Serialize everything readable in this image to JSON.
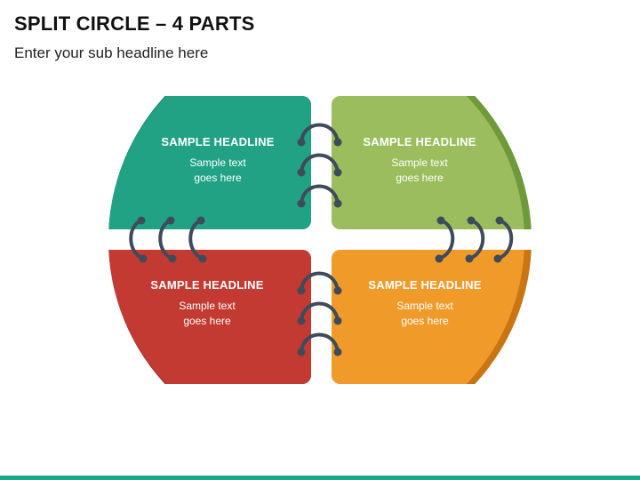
{
  "header": {
    "title": "SPLIT CIRCLE – 4 PARTS",
    "subtitle": "Enter your sub headline here"
  },
  "quadrants": [
    {
      "id": "top-left",
      "headline": "SAMPLE HEADLINE",
      "line1": "Sample text",
      "line2": "goes here",
      "color": "#21a284",
      "edge": "#157a62"
    },
    {
      "id": "top-right",
      "headline": "SAMPLE HEADLINE",
      "line1": "Sample text",
      "line2": "goes here",
      "color": "#9bbd5d",
      "edge": "#6f9a3a"
    },
    {
      "id": "bottom-left",
      "headline": "SAMPLE HEADLINE",
      "line1": "Sample text",
      "line2": "goes here",
      "color": "#c23a32",
      "edge": "#932520"
    },
    {
      "id": "bottom-right",
      "headline": "SAMPLE HEADLINE",
      "line1": "Sample text",
      "line2": "goes here",
      "color": "#f09a2a",
      "edge": "#c97512"
    }
  ],
  "ring_color": "#3e4b5b",
  "accent_bar_color": "#1aa78a"
}
